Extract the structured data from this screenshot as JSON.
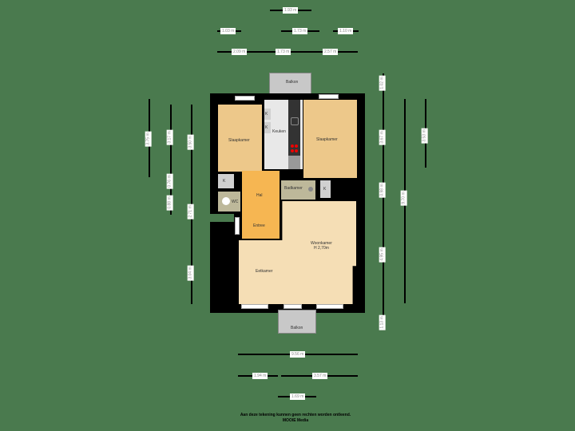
{
  "plan": {
    "background": "#4a7a4e",
    "colors": {
      "bedroom": "#edc88a",
      "hall": "#f6b652",
      "living": "#f5deb5",
      "wet": "#bdb89a",
      "kitchen": "#e8e8e8",
      "balcony": "#c8c8c8",
      "storage": "#d0d0d0",
      "wall": "#000000"
    },
    "rooms": {
      "bedroom_left": "Slaapkamer",
      "kitchen": "Keuken",
      "bedroom_right": "Slaapkamer",
      "hall": "Hal",
      "bathroom": "Badkamer",
      "wc": "WC",
      "entrance": "Entree",
      "living": "Woonkamer",
      "living_height": "H 2,70m",
      "dining": "Eetkamer",
      "balcony_top": "Balkon",
      "balcony_bottom": "Balkon",
      "storage": [
        "K",
        "K",
        "K",
        "K"
      ]
    },
    "dimensions": {
      "top": {
        "overall": "1.93 m",
        "row2": [
          "1.03 m",
          "1.73 m",
          "1.10 m"
        ],
        "row3": [
          "2.09 m",
          "1.73 m",
          "2.57 m"
        ]
      },
      "left": {
        "outer": "3.75 m",
        "middle": [
          "3.17 m",
          "0.76 m",
          "0.88 m"
        ],
        "inner": [
          "3.50 m",
          "2.71 m",
          "3.04 m"
        ]
      },
      "right": {
        "inner": [
          "1.02 m",
          "3.67 m",
          "0.98 m",
          "4.95 m",
          "1.13 m"
        ],
        "middle": "9.70 m",
        "outer": "3.53 m"
      },
      "bottom": {
        "overall": "9.56 m",
        "row2": [
          "1.94 m",
          "3.57 m"
        ],
        "row3": "1.69 m"
      }
    },
    "note": [
      "Aan deze tekening kunnen geen rechten worden ontleend.",
      "MOOIE Media"
    ]
  }
}
